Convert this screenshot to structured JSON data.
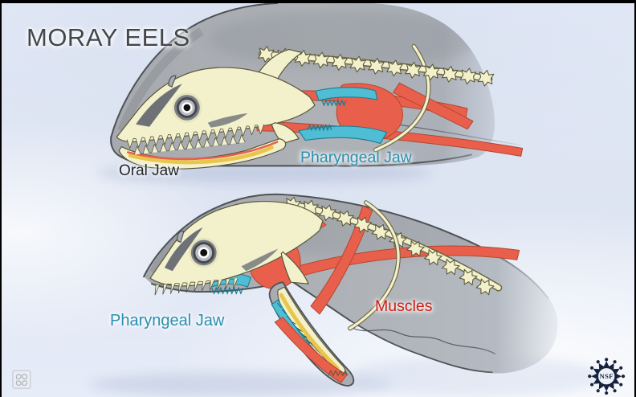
{
  "header": {
    "title": "MORAY EELS"
  },
  "figures": {
    "top": {
      "labels": {
        "oral_jaw": "Oral Jaw",
        "pharyngeal_jaw": "Pharyngeal Jaw"
      }
    },
    "bottom": {
      "labels": {
        "pharyngeal_jaw": "Pharyngeal Jaw",
        "muscles": "Muscles"
      }
    }
  },
  "logo": {
    "text": "NSF"
  },
  "colors": {
    "title_color": "#43474b",
    "oral_jaw_text": "#23282d",
    "pharyngeal_text": "#2b8fb0",
    "muscles_text": "#cf1d12",
    "bone": "#f3f1cc",
    "muscle_red": "#e8604c",
    "pharyngeal_teal": "#4fbdd3",
    "ligament_yellow": "#e9c64b",
    "body_gray": "#a9adb2",
    "background_blue": "#dde4f2"
  }
}
